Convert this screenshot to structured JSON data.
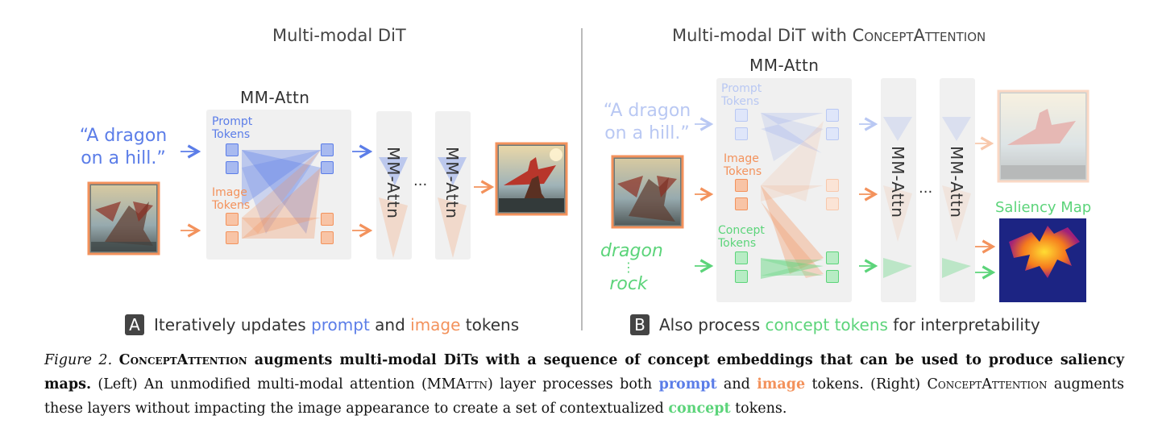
{
  "left": {
    "title": "Multi-modal DiT",
    "mmattn_label": "MM-Attn",
    "prompt_text_line1": "“A dragon",
    "prompt_text_line2": "on a hill.”",
    "prompt_tokens_label_1": "Prompt",
    "prompt_tokens_label_2": "Tokens",
    "image_tokens_label_1": "Image",
    "image_tokens_label_2": "Tokens",
    "layer_label": "MM-Attn",
    "ellipsis": "···",
    "badge": "A",
    "footer_part1": "Iteratively updates ",
    "footer_prompt": "prompt",
    "footer_and": " and ",
    "footer_image": "image",
    "footer_end": " tokens"
  },
  "right": {
    "title_part1": "Multi-modal DiT with ",
    "title_part2": "ConceptAttention",
    "mmattn_label": "MM-Attn",
    "prompt_text_line1": "“A dragon",
    "prompt_text_line2": "on a hill.”",
    "prompt_tokens_label_1": "Prompt",
    "prompt_tokens_label_2": "Tokens",
    "image_tokens_label_1": "Image",
    "image_tokens_label_2": "Tokens",
    "concept_tokens_label_1": "Concept",
    "concept_tokens_label_2": "Tokens",
    "concept_line1": "dragon",
    "concept_line2": "⋮",
    "concept_line3": "rock",
    "layer_label": "MM-Attn",
    "ellipsis": "···",
    "saliency_label": "Saliency Map",
    "badge": "B",
    "footer_part1": "Also process ",
    "footer_concept": "concept tokens",
    "footer_end": " for interpretability"
  },
  "caption": {
    "figure_label": "Figure 2.",
    "bold_name": "ConceptAttention",
    "bold_rest": " augments multi-modal DiTs with a sequence of concept embeddings that can be used to produce saliency maps.",
    "text1": " (Left) An unmodified multi-modal attention (MM",
    "text1_sc": "Attn",
    "text2": ") layer processes both ",
    "prompt_word": "prompt",
    "text3": " and ",
    "image_word": "image",
    "text4": " tokens. (Right) ",
    "sc_name": "ConceptAttention",
    "text5": " augments these layers without impacting the image appearance to create a set of contextualized ",
    "concept_word": "concept",
    "text6": " tokens."
  },
  "colors": {
    "prompt": "#5b7de8",
    "image": "#f3925c",
    "concept": "#5cd47a",
    "panel_bg": "#f0f0f0",
    "divider": "#bbbbbb"
  },
  "icons": [
    "arrow-right-icon",
    "dragon-image",
    "saliency-map-image"
  ]
}
